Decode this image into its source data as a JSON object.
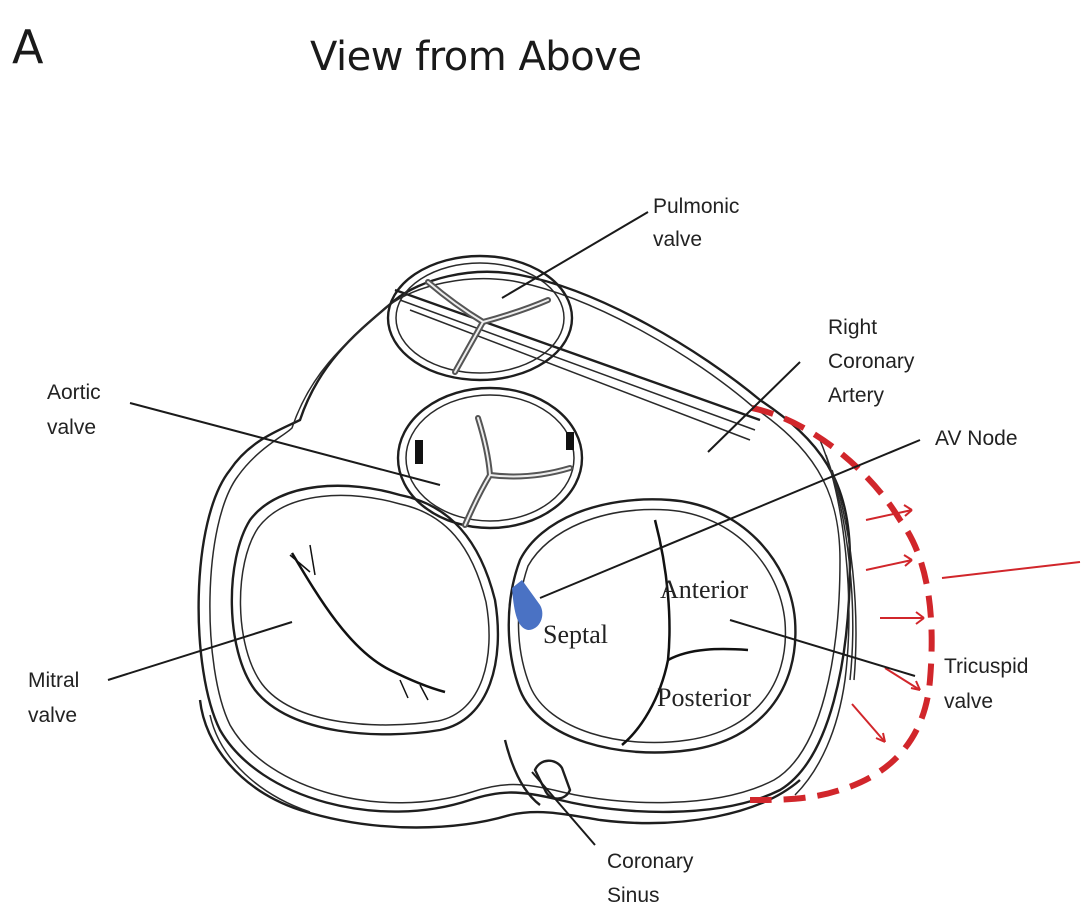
{
  "figure": {
    "panel_letter": "A",
    "title": "View from Above"
  },
  "labels": {
    "pulmonic": [
      "Pulmonic",
      "valve"
    ],
    "aortic": [
      "Aortic",
      "valve"
    ],
    "mitral": [
      "Mitral",
      "valve"
    ],
    "rca": [
      "Right",
      "Coronary",
      "Artery"
    ],
    "av_node": "AV Node",
    "tricuspid": [
      "Tricuspid",
      "valve"
    ],
    "coronary_sinus": [
      "Coronary",
      "Sinus"
    ]
  },
  "tricuspid_leaflets": {
    "anterior": "Anterior",
    "septal": "Septal",
    "posterior": "Posterior"
  },
  "colors": {
    "annotation_red": "#d1262b",
    "av_node_blue": "#4a72c4",
    "line": "#1e1e1e"
  }
}
